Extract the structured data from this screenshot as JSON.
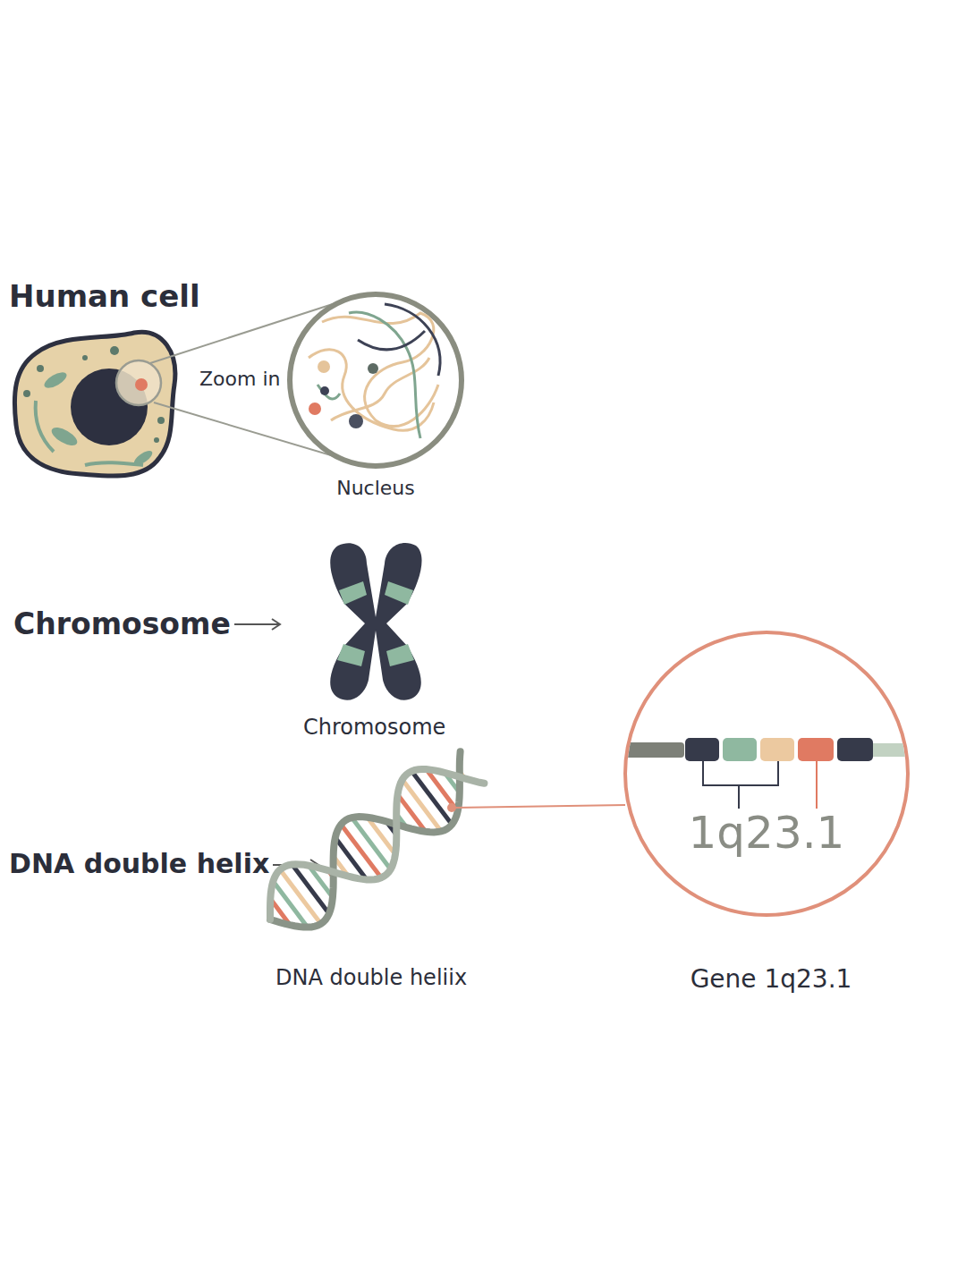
{
  "diagram": {
    "nodes": [
      {
        "text": [
          "Nucleus"
        ]
      },
      {
        "text": [
          "1q23.1",
          "Gene 1q23.1"
        ]
      }
    ],
    "labels": [
      "Human cell",
      "Zoom in",
      "Chromosome",
      "Chromosome",
      "DNA double helix",
      "DNA double heliix"
    ]
  }
}
